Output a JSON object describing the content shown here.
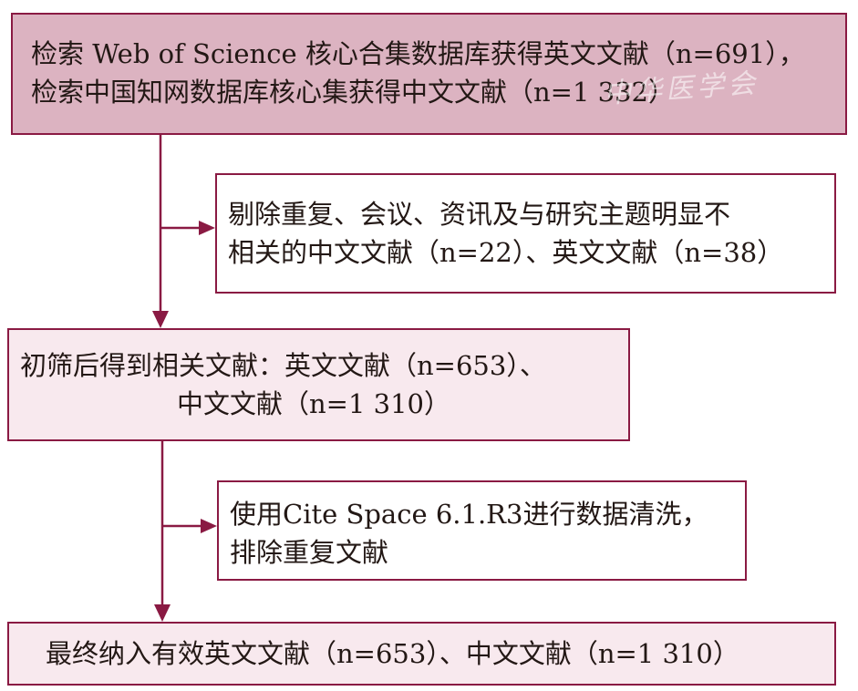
{
  "boxes": {
    "search": {
      "line1": "检索 Web of Science 核心合集数据库获得英文文献（n=691），",
      "line2": "检索中国知网数据库核心集获得中文文献（n=1 332）",
      "watermark": "中华医学会"
    },
    "exclude_duplicates": {
      "line1": "剔除重复、会议、资讯及与研究主题明显不",
      "line2": "相关的中文文献（n=22）、英文文献（n=38）"
    },
    "initial_screen": {
      "line1": "初筛后得到相关文献：英文文献（n=653）、",
      "line2": "中文文献（n=1 310）"
    },
    "citespace_clean": {
      "line1": "使用Cite Space 6.1.R3进行数据清洗，",
      "line2": "排除重复文献"
    },
    "final": {
      "line1": "最终纳入有效英文文献（n=653）、中文文献（n=1 310）"
    }
  },
  "colors": {
    "border": "#8a1a43",
    "top_fill": "#dcb3c1",
    "light_fill": "#f8e9ee",
    "text": "#231815"
  }
}
